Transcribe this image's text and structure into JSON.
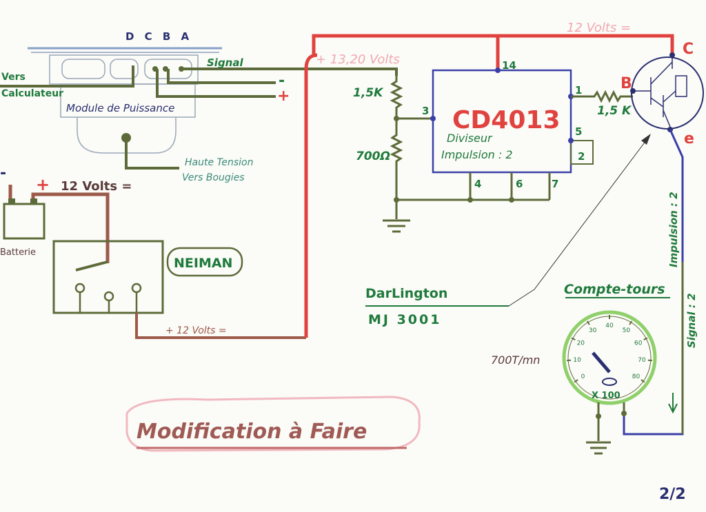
{
  "colors": {
    "wire_green": "#5d6b3a",
    "wire_red": "#e0433f",
    "wire_brown": "#9c5a4a",
    "wire_blue": "#3a3fa8",
    "text_green": "#1f7a3c",
    "text_red": "#e0433f",
    "text_pink": "#f0a8b0",
    "text_navy": "#2a2f70",
    "paper": "#fbfbf7"
  },
  "power_module": {
    "terminals": "D C B A",
    "title": "Module de Puissance",
    "signal_label": "Signal",
    "vers_label": "Vers",
    "calculateur_label": "Calculateur",
    "minus_label": "-",
    "plus_label": "+",
    "ht_label": "Haute Tension",
    "bougies_label": "Vers    Bougies"
  },
  "battery": {
    "minus": "-",
    "plus": "+",
    "voltage": "12 Volts =",
    "label": "Batterie"
  },
  "ignition": {
    "label": "NEIMAN",
    "out_label": "+ 12 Volts ="
  },
  "supply": {
    "top_label": "12 Volts =",
    "rail_label": "+ 13,20 Volts"
  },
  "divider": {
    "r1": "1,5K",
    "r2": "700Ω"
  },
  "ic": {
    "name": "CD4013",
    "desc1": "Diviseur",
    "desc2": "Impulsion : 2",
    "pin14": "14",
    "pin3": "3",
    "pin1": "1",
    "pin5": "5",
    "pin2": "2",
    "pin4": "4",
    "pin6": "6",
    "pin7": "7"
  },
  "transistor": {
    "base_r": "1,5 K",
    "b": "B",
    "c": "C",
    "e": "e",
    "name1": "DarLington",
    "name2": "MJ 3001"
  },
  "output": {
    "imp_label": "Impulsion : 2",
    "signal_label": "Signal : 2"
  },
  "tach": {
    "title": "Compte-tours",
    "rpm": "700T/mn",
    "mult": "X 100",
    "ticks": [
      "0",
      "10",
      "20",
      "30",
      "40",
      "50",
      "60",
      "70",
      "80"
    ]
  },
  "footer": {
    "caption": "Modification à Faire",
    "page": "2/2"
  }
}
